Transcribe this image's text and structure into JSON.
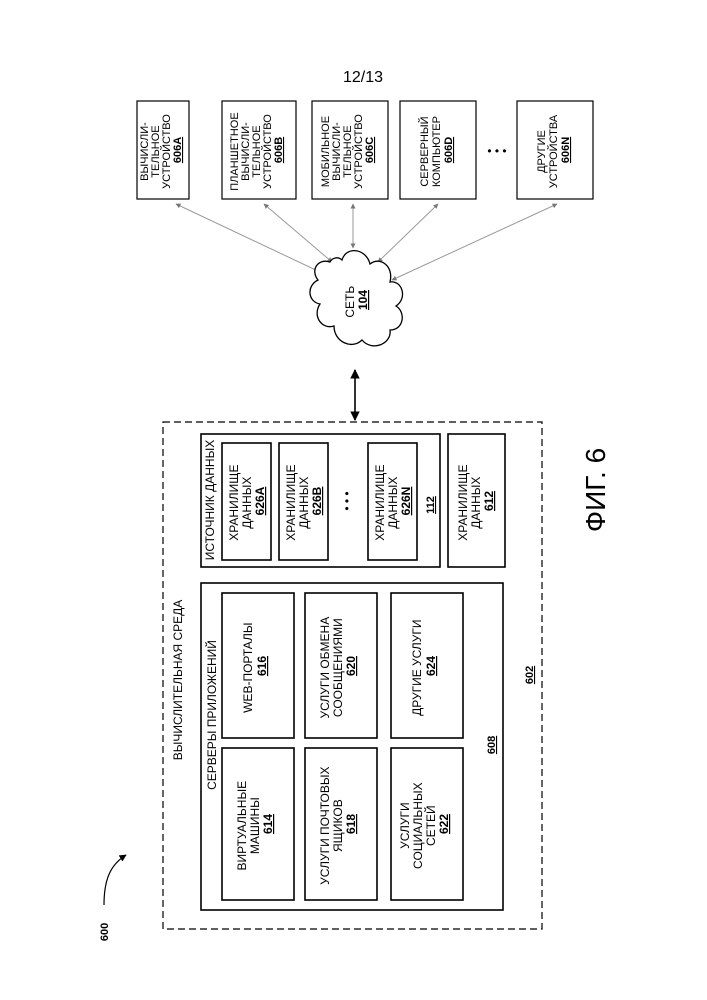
{
  "sheet_number": "12/13",
  "figure_label": "ФИГ. 6",
  "system_ref": "600",
  "network": {
    "label": "СЕТЬ",
    "ref": "104"
  },
  "devices": [
    {
      "lines": [
        "ВЫЧИСЛИ-",
        "ТЕЛЬНОЕ",
        "УСТРОЙСТВО"
      ],
      "ref": "606A"
    },
    {
      "lines": [
        "ПЛАНШЕТНОЕ",
        "ВЫЧИСЛИ-",
        "ТЕЛЬНОЕ",
        "УСТРОЙСТВО"
      ],
      "ref": "606B"
    },
    {
      "lines": [
        "МОБИЛЬНОЕ",
        "ВЫЧИСЛИ-",
        "ТЕЛЬНОЕ",
        "УСТРОЙСТВО"
      ],
      "ref": "606C"
    },
    {
      "lines": [
        "СЕРВЕРНЫЙ",
        "КОМПЬЮТЕР"
      ],
      "ref": "606D"
    },
    {
      "lines": [
        "ДРУГИЕ",
        "УСТРОЙСТВА"
      ],
      "ref": "606N"
    }
  ],
  "devices_ellipsis": "• • •",
  "computing_env": {
    "label": "ВЫЧИСЛИТЕЛЬНАЯ СРЕДА",
    "ref": "602"
  },
  "app_servers": {
    "label": "СЕРВЕРЫ ПРИЛОЖЕНИЙ",
    "ref": "608",
    "services": [
      {
        "lines": [
          "ВИРТУАЛЬНЫЕ",
          "МАШИНЫ"
        ],
        "ref": "614"
      },
      {
        "lines": [
          "WEB-ПОРТАЛЫ"
        ],
        "ref": "616"
      },
      {
        "lines": [
          "УСЛУГИ ПОЧТОВЫХ",
          "ЯЩИКОВ"
        ],
        "ref": "618"
      },
      {
        "lines": [
          "УСЛУГИ ОБМЕНА",
          "СООБЩЕНИЯМИ"
        ],
        "ref": "620"
      },
      {
        "lines": [
          "УСЛУГИ",
          "СОЦИАЛЬНЫХ",
          "СЕТЕЙ"
        ],
        "ref": "622"
      },
      {
        "lines": [
          "ДРУГИЕ УСЛУГИ"
        ],
        "ref": "624"
      }
    ]
  },
  "data_source": {
    "label": "ИСТОЧНИК ДАННЫХ",
    "ref": "112",
    "stores": [
      {
        "lines": [
          "ХРАНИЛИЩЕ",
          "ДАННЫХ"
        ],
        "ref": "626A"
      },
      {
        "lines": [
          "ХРАНИЛИЩЕ",
          "ДАННЫХ"
        ],
        "ref": "626B"
      },
      {
        "lines": [
          "ХРАНИЛИЩЕ",
          "ДАННЫХ"
        ],
        "ref": "626N"
      }
    ],
    "ellipsis": "• • •"
  },
  "data_store_612": {
    "lines": [
      "ХРАНИЛИЩЕ",
      "ДАННЫХ"
    ],
    "ref": "612"
  }
}
